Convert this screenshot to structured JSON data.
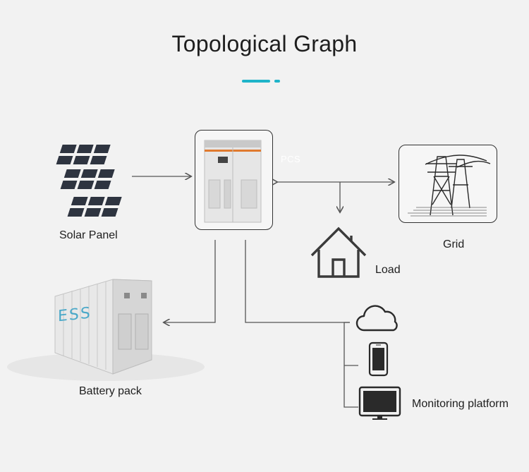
{
  "header": {
    "title": "Topological Graph"
  },
  "colors": {
    "accent": "#1fb4c9",
    "line": "#555555",
    "background": "#f2f2f2"
  },
  "nodes": {
    "solar": {
      "label": "Solar Panel"
    },
    "pcs": {
      "label": "PCS"
    },
    "grid": {
      "label": "Grid"
    },
    "load": {
      "label": "Load"
    },
    "battery": {
      "label": "Battery pack",
      "container_text": "ESS"
    },
    "monitoring": {
      "label": "Monitoring platform"
    }
  }
}
